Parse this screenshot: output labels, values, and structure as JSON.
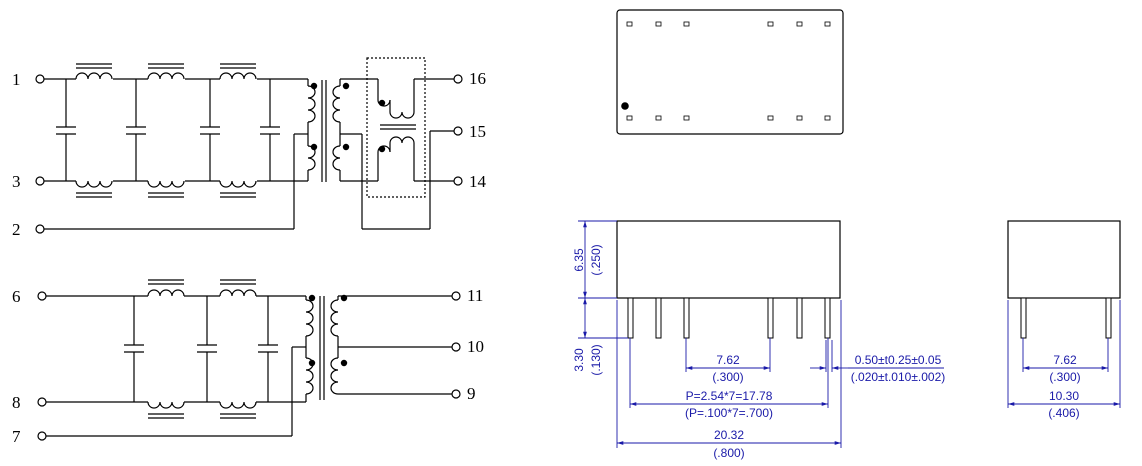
{
  "schematic": {
    "pins": [
      {
        "id": "p1",
        "label": "1"
      },
      {
        "id": "p3",
        "label": "3"
      },
      {
        "id": "p2",
        "label": "2"
      },
      {
        "id": "p16",
        "label": "16"
      },
      {
        "id": "p15",
        "label": "15"
      },
      {
        "id": "p14",
        "label": "14"
      },
      {
        "id": "p6",
        "label": "6"
      },
      {
        "id": "p8",
        "label": "8"
      },
      {
        "id": "p7",
        "label": "7"
      },
      {
        "id": "p11",
        "label": "11"
      },
      {
        "id": "p10",
        "label": "10"
      },
      {
        "id": "p9",
        "label": "9"
      }
    ]
  },
  "dimensions": {
    "height_body": {
      "mm": "6.35",
      "inch": "(.250)"
    },
    "pin_length": {
      "mm": "3.30",
      "inch": "(.130)"
    },
    "row_spacing": {
      "mm": "7.62",
      "inch": "(.300)"
    },
    "pin_size": {
      "mm": "0.50±t0.25±0.05",
      "inch": "(.020±t.010±.002)"
    },
    "pitch": {
      "mm": "P=2.54*7=17.78",
      "inch": "(P=.100*7=.700)"
    },
    "length": {
      "mm": "20.32",
      "inch": "(.800)"
    },
    "side_spacing": {
      "mm": "7.62",
      "inch": "(.300)"
    },
    "width": {
      "mm": "10.30",
      "inch": "(.406)"
    }
  },
  "colors": {
    "line": "#000000",
    "dimension": "#1a1aa8"
  }
}
